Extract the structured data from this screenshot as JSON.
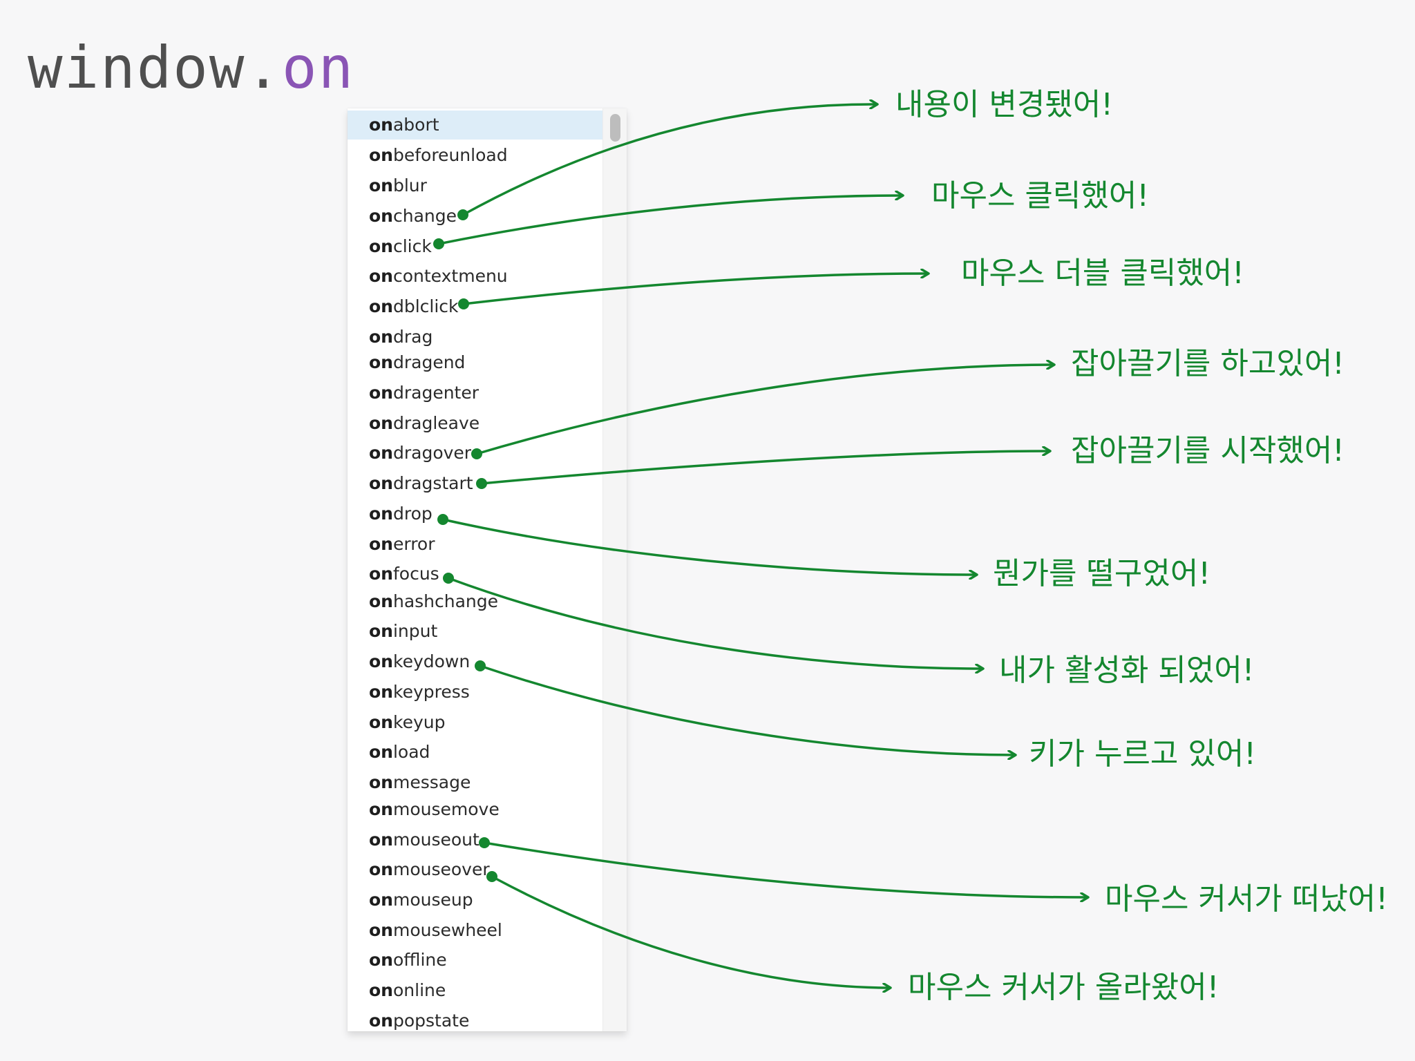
{
  "title": {
    "prefix": "window.",
    "accent": "on"
  },
  "colors": {
    "accent_purple": "#8a55b5",
    "annotation_green": "#14872f",
    "selected_row": "#ddedf8"
  },
  "list": {
    "prefix": "on",
    "selected_index": 0,
    "items": [
      "abort",
      "beforeunload",
      "blur",
      "change",
      "click",
      "contextmenu",
      "dblclick",
      "drag",
      "dragend",
      "dragenter",
      "dragleave",
      "dragover",
      "dragstart",
      "drop",
      "error",
      "focus",
      "hashchange",
      "input",
      "keydown",
      "keypress",
      "keyup",
      "load",
      "message",
      "mousemove",
      "mouseout",
      "mouseover",
      "mouseup",
      "mousewheel",
      "offline",
      "online",
      "popstate"
    ]
  },
  "annotations": [
    {
      "event": "onchange",
      "label": "내용이 변경됐어!"
    },
    {
      "event": "onclick",
      "label": "마우스 클릭했어!"
    },
    {
      "event": "ondblclick",
      "label": "마우스 더블 클릭했어!"
    },
    {
      "event": "ondragover",
      "label": "잡아끌기를 하고있어!"
    },
    {
      "event": "ondragstart",
      "label": "잡아끌기를 시작했어!"
    },
    {
      "event": "ondrop",
      "label": "뭔가를 떨구었어!"
    },
    {
      "event": "onfocus",
      "label": "내가 활성화 되었어!"
    },
    {
      "event": "onkeydown",
      "label": "키가 누르고 있어!"
    },
    {
      "event": "onmouseout",
      "label": "마우스 커서가 떠났어!"
    },
    {
      "event": "onmouseover",
      "label": "마우스 커서가 올라왔어!"
    }
  ]
}
